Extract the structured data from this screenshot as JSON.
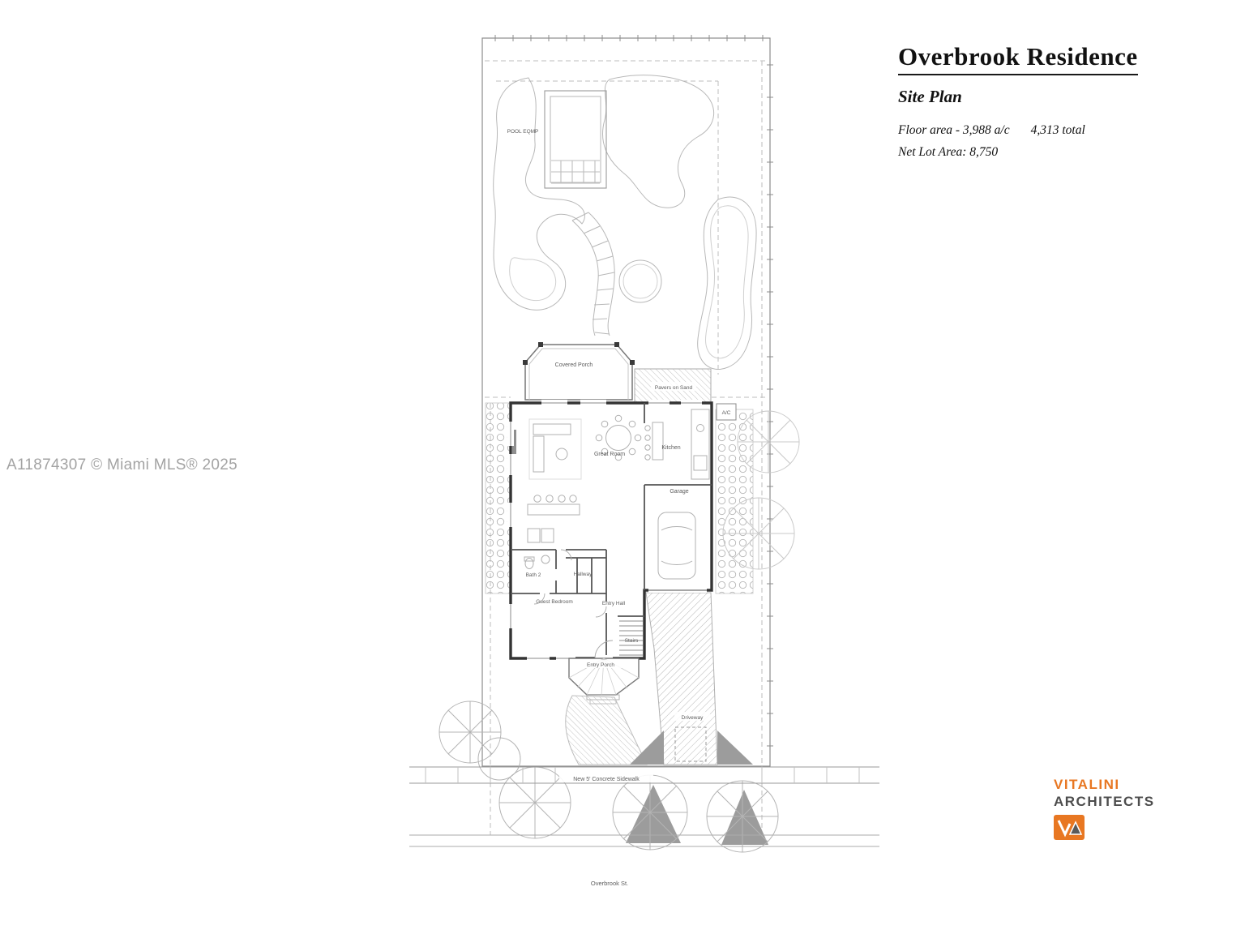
{
  "title_block": {
    "title": "Overbrook Residence",
    "subtitle": "Site Plan",
    "floor_area_label": "Floor area - 3,988 a/c",
    "floor_area_total": "4,313 total",
    "net_lot_line": "Net Lot Area: 8,750"
  },
  "watermark": "A11874307 © Miami MLS® 2025",
  "branding": {
    "name_top": "VITALINI",
    "name_bottom": "ARCHITECTS",
    "accent_color": "#E87722"
  },
  "plan": {
    "labels": {
      "pool_eqmp": "POOL EQMP",
      "covered_porch": "Covered Porch",
      "pavers_on_sand": "Pavers on Sand",
      "ac_unit": "A/C",
      "great_room": "Great Room",
      "kitchen": "Kitchen",
      "garage": "Garage",
      "bath_2": "Bath 2",
      "hallway": "Hallway",
      "guest_bedroom": "Guest Bedroom",
      "entry_hall": "Entry Hall",
      "stairs": "Stairs",
      "entry_porch": "Entry Porch",
      "driveway": "Driveway",
      "sidewalk": "New 5' Concrete Sidewalk",
      "street": "Overbrook St."
    }
  }
}
